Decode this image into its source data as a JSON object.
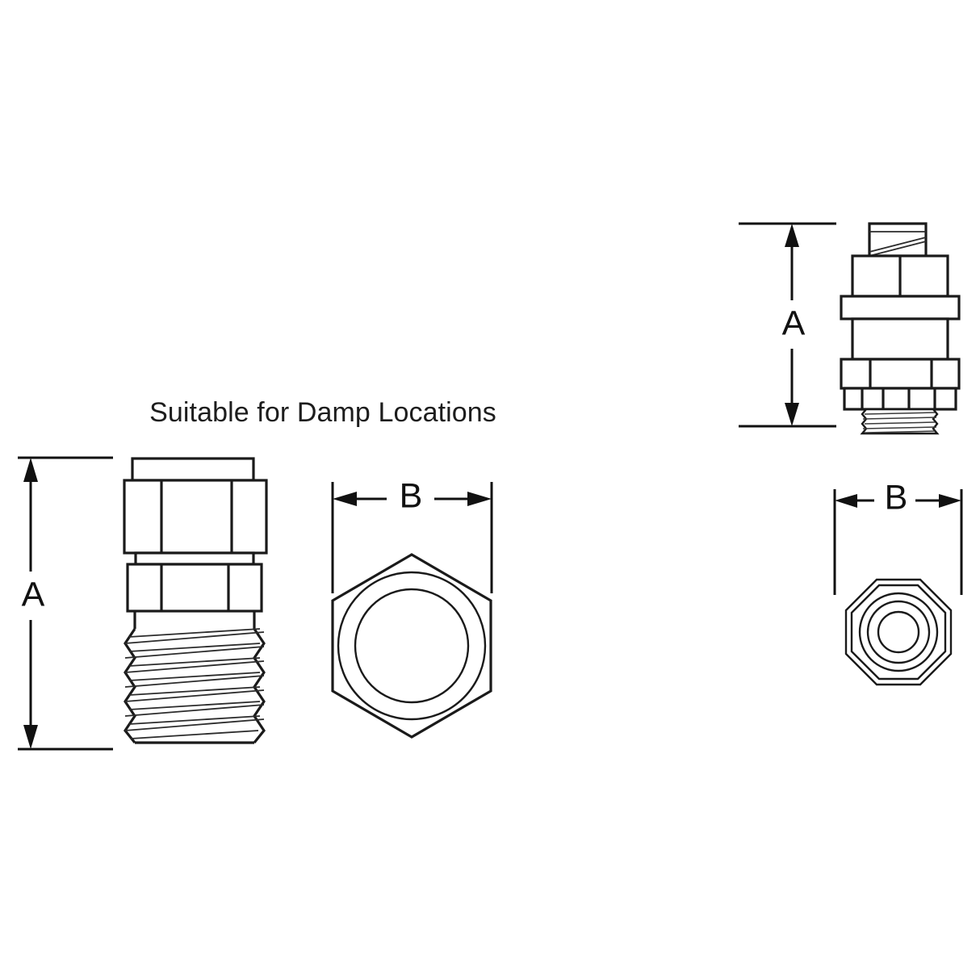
{
  "document": {
    "type": "technical-line-drawing",
    "subject": "Liquidtight cable gland / cord connector fitting",
    "background_color": "#ffffff",
    "line_color": "#1a1a1a"
  },
  "title": {
    "text": "Suitable for Damp Locations"
  },
  "dimensions": {
    "height_label": "A",
    "width_label": "B"
  },
  "views": [
    {
      "id": "left-side-elevation",
      "name": "damp-location-fitting-side-view",
      "dimension_label": "A",
      "dimension_type": "vertical",
      "features": [
        "top-cap",
        "upper-hex-body",
        "neck",
        "lower-hex-nut",
        "shoulder",
        "male-threaded-shank"
      ]
    },
    {
      "id": "center-end-view",
      "name": "damp-location-fitting-end-view",
      "dimension_label": "B",
      "dimension_type": "horizontal",
      "features": [
        "hexagon-outline",
        "outer-circle",
        "inner-bore-circle"
      ]
    },
    {
      "id": "right-side-elevation",
      "name": "standard-fitting-side-view",
      "dimension_label": "A",
      "dimension_type": "vertical",
      "features": [
        "threaded-top-nipple",
        "hex-cap",
        "flange-band",
        "body-barrel",
        "octagon-nut",
        "lock-ring",
        "male-threaded-shank"
      ]
    },
    {
      "id": "right-end-view",
      "name": "standard-fitting-end-view",
      "dimension_label": "B",
      "dimension_type": "horizontal",
      "features": [
        "outer-octagon",
        "inner-octagon",
        "outer-circle",
        "middle-circle",
        "inner-bore-circle"
      ]
    }
  ],
  "chart_data": {
    "type": "table",
    "title": "Suitable for Damp Locations",
    "categories": [
      "A",
      "B"
    ],
    "values": [],
    "xlabel": "B",
    "ylabel": "A"
  }
}
